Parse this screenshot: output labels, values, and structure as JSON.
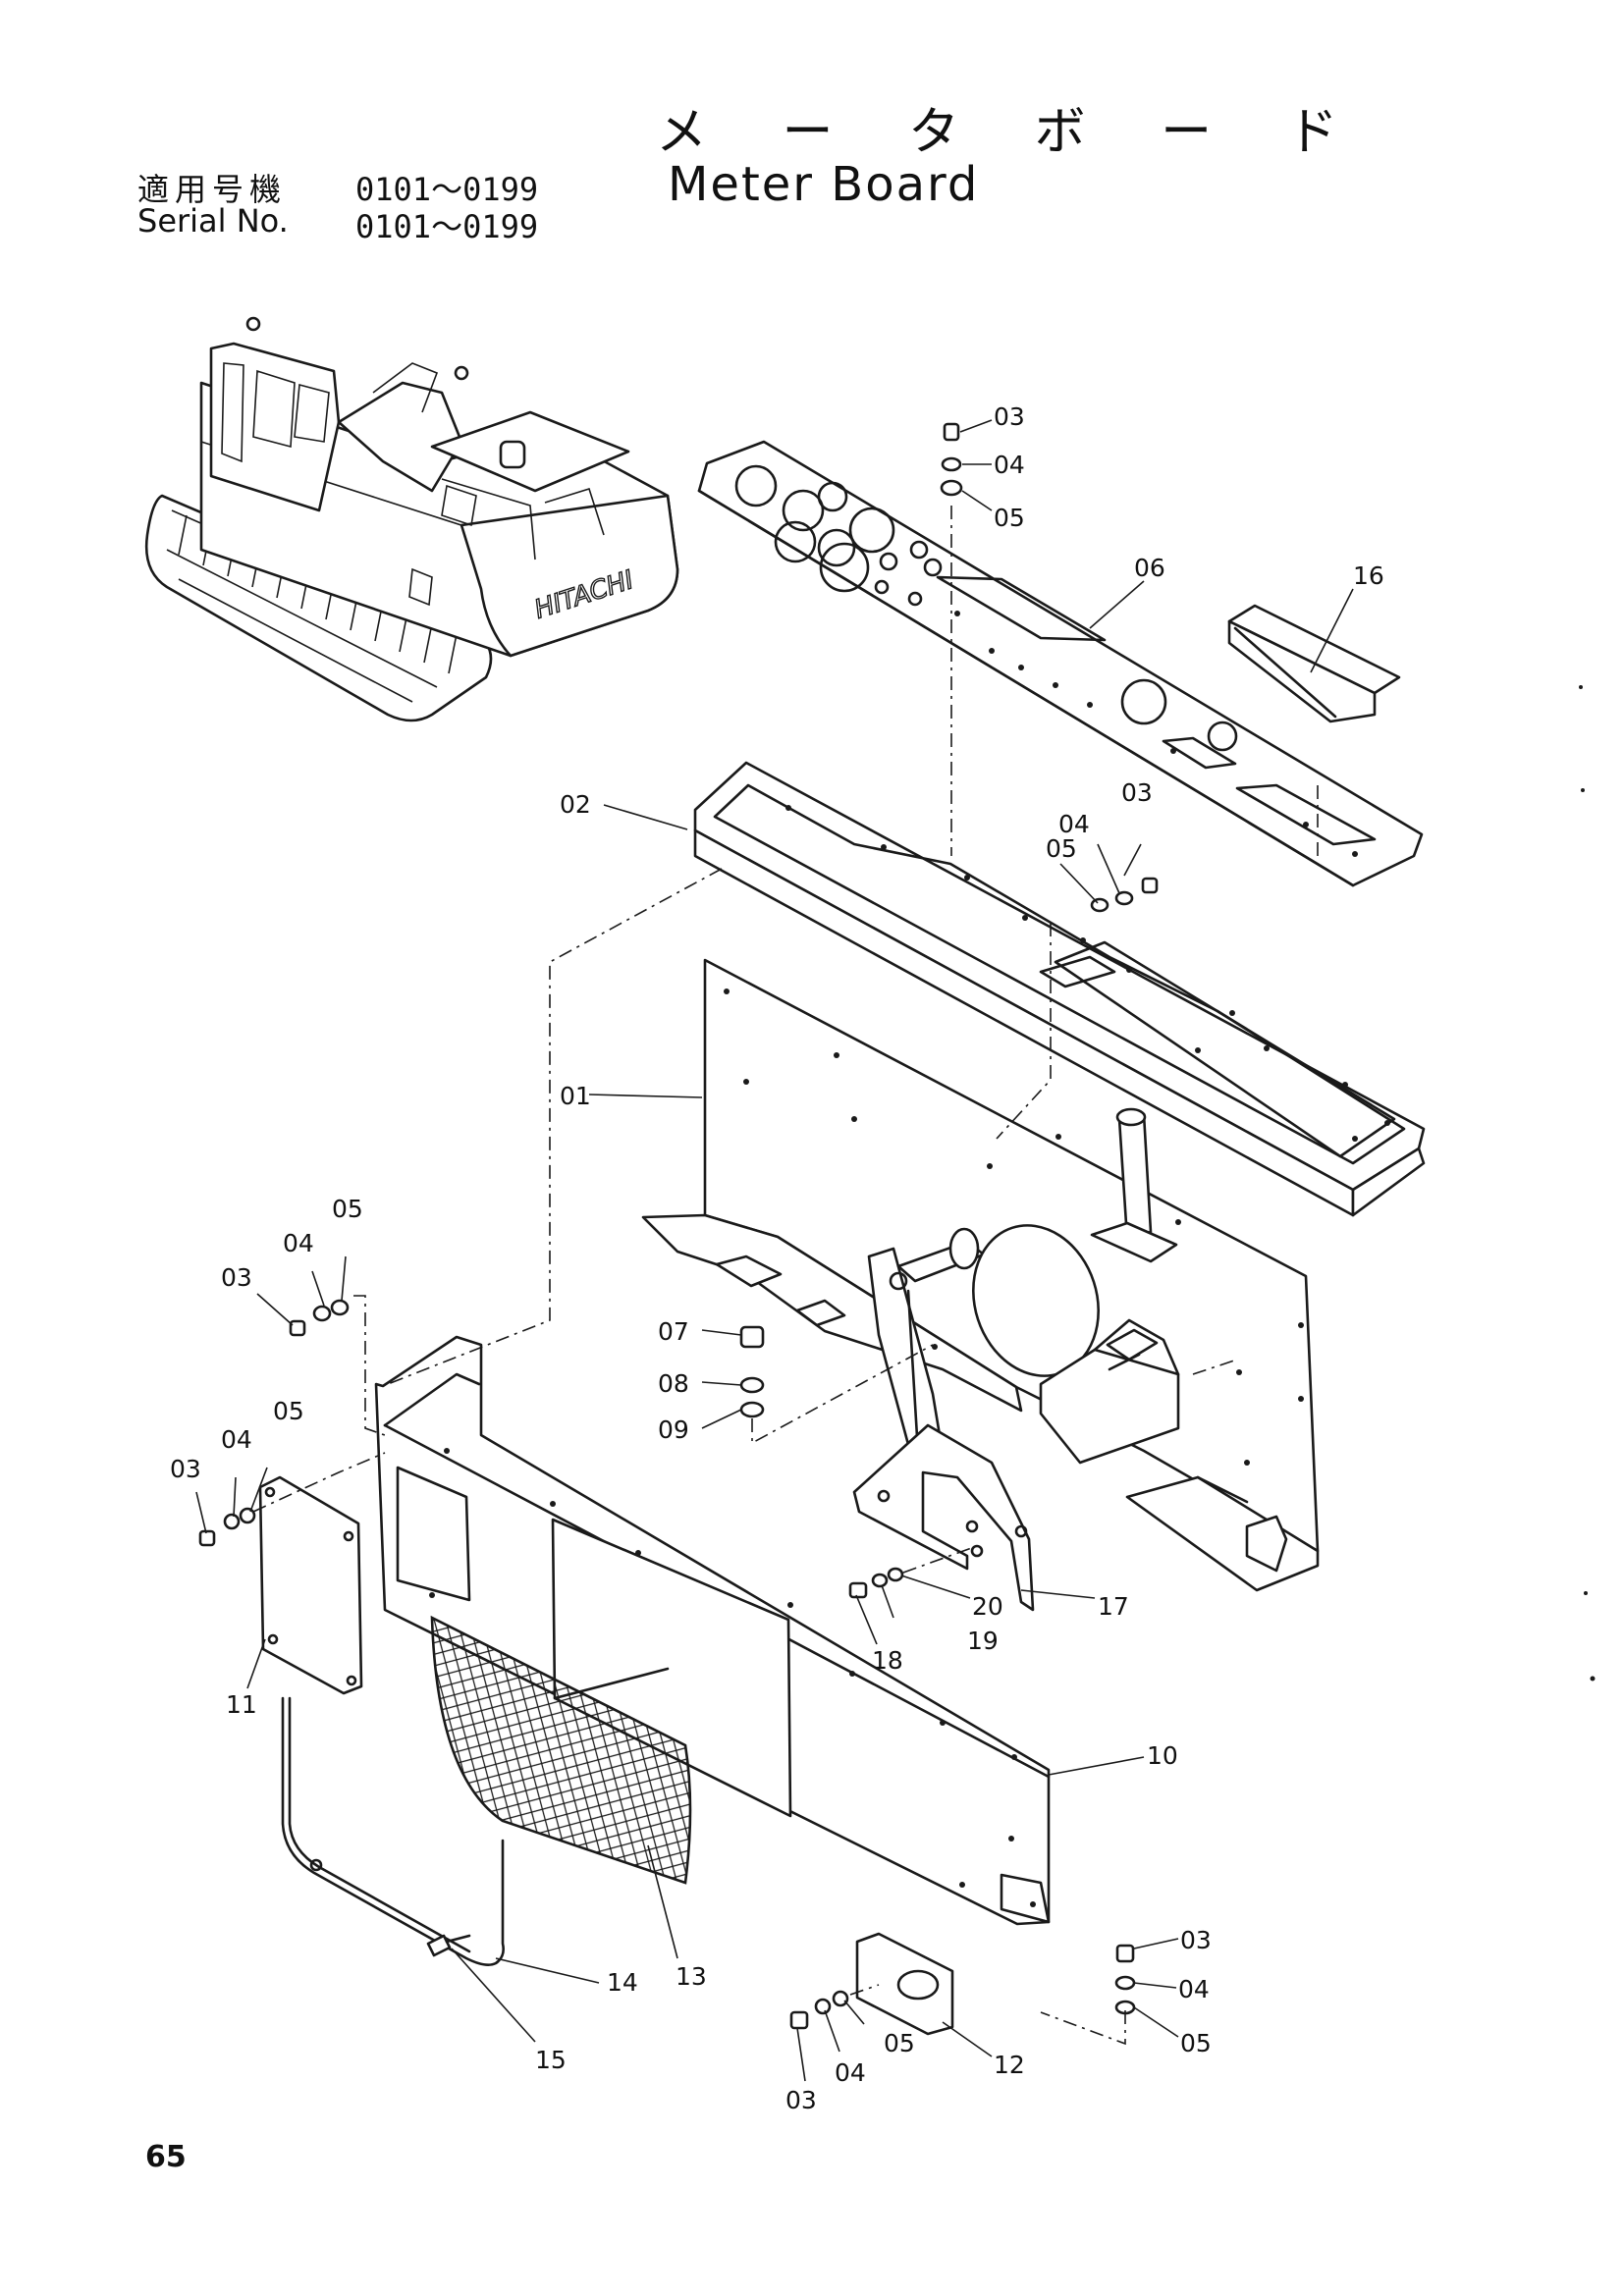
{
  "header": {
    "title_jp": "メ ー タ ボ ー ド",
    "title_en": "Meter Board",
    "serial_label_jp": "適用号機",
    "serial_range_jp": "0101～0199",
    "serial_label_en": "Serial No.",
    "serial_range_en": "0101～0199"
  },
  "illustration": {
    "machine_brand": "HITACHI"
  },
  "parts": [
    {
      "id": "p03a",
      "label": "03"
    },
    {
      "id": "p04a",
      "label": "04"
    },
    {
      "id": "p05a",
      "label": "05"
    },
    {
      "id": "p06",
      "label": "06"
    },
    {
      "id": "p16",
      "label": "16"
    },
    {
      "id": "p02",
      "label": "02"
    },
    {
      "id": "p03b",
      "label": "03"
    },
    {
      "id": "p04b",
      "label": "04"
    },
    {
      "id": "p05b",
      "label": "05"
    },
    {
      "id": "p01",
      "label": "01"
    },
    {
      "id": "p05c",
      "label": "05"
    },
    {
      "id": "p04c",
      "label": "04"
    },
    {
      "id": "p03c",
      "label": "03"
    },
    {
      "id": "p07",
      "label": "07"
    },
    {
      "id": "p08",
      "label": "08"
    },
    {
      "id": "p09",
      "label": "09"
    },
    {
      "id": "p05d",
      "label": "05"
    },
    {
      "id": "p04d",
      "label": "04"
    },
    {
      "id": "p03d",
      "label": "03"
    },
    {
      "id": "p20",
      "label": "20"
    },
    {
      "id": "p17",
      "label": "17"
    },
    {
      "id": "p19",
      "label": "19"
    },
    {
      "id": "p18",
      "label": "18"
    },
    {
      "id": "p11",
      "label": "11"
    },
    {
      "id": "p10",
      "label": "10"
    },
    {
      "id": "p13",
      "label": "13"
    },
    {
      "id": "p14",
      "label": "14"
    },
    {
      "id": "p15",
      "label": "15"
    },
    {
      "id": "p03e",
      "label": "03"
    },
    {
      "id": "p04e",
      "label": "04"
    },
    {
      "id": "p05e",
      "label": "05"
    },
    {
      "id": "p05f",
      "label": "05"
    },
    {
      "id": "p04f",
      "label": "04"
    },
    {
      "id": "p03f",
      "label": "03"
    },
    {
      "id": "p12",
      "label": "12"
    }
  ],
  "footer": {
    "page_number": "65"
  }
}
